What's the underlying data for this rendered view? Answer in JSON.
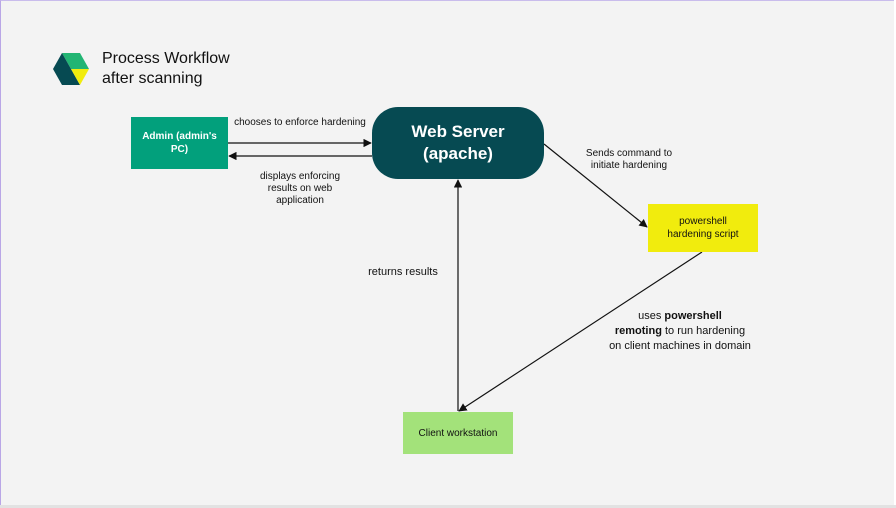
{
  "title": {
    "line1": "Process Workflow",
    "line2": "after scanning"
  },
  "nodes": {
    "admin": "Admin (admin's PC)",
    "web_server_line1": "Web Server",
    "web_server_line2": "(apache)",
    "powershell_line1": "powershell",
    "powershell_line2": "hardening script",
    "client": "Client workstation"
  },
  "edges": {
    "enforce": "chooses to enforce hardening",
    "displays_line1": "displays enforcing",
    "displays_line2": "results  on web",
    "displays_line3": "application",
    "sends_line1": "Sends command to",
    "sends_line2": "initiate hardening",
    "returns": "returns results",
    "uses_prefix": "uses ",
    "uses_bold1": "powershell",
    "uses_bold2": "remoting",
    "uses_mid": " to run hardening",
    "uses_line3": "on client machines in domain"
  },
  "colors": {
    "admin": "#02a07c",
    "web_server": "#064a52",
    "powershell": "#f1ec0d",
    "client": "#a3e27a",
    "logo_top": "#22b573",
    "logo_left": "#064a52",
    "logo_right": "#f1ec0d"
  }
}
